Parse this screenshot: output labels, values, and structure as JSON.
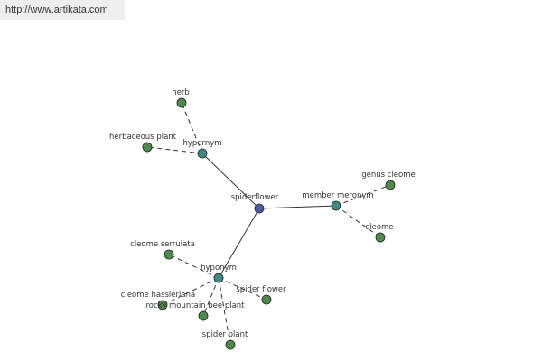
{
  "url": "http://www.artikata.com",
  "colors": {
    "center": "#4a5fa0",
    "relation": "#3f8a86",
    "term": "#4e8a4e"
  },
  "graph": {
    "center": "spiderflower",
    "relations": [
      {
        "label": "hypernym",
        "terms": [
          "herb",
          "herbaceous plant"
        ]
      },
      {
        "label": "member meronym",
        "terms": [
          "genus cleome",
          "cleome"
        ]
      },
      {
        "label": "hyponym",
        "terms": [
          "cleome serrulata",
          "cleome hassleriana",
          "rocky mountain bee plant",
          "spider flower",
          "spider plant"
        ]
      }
    ]
  }
}
